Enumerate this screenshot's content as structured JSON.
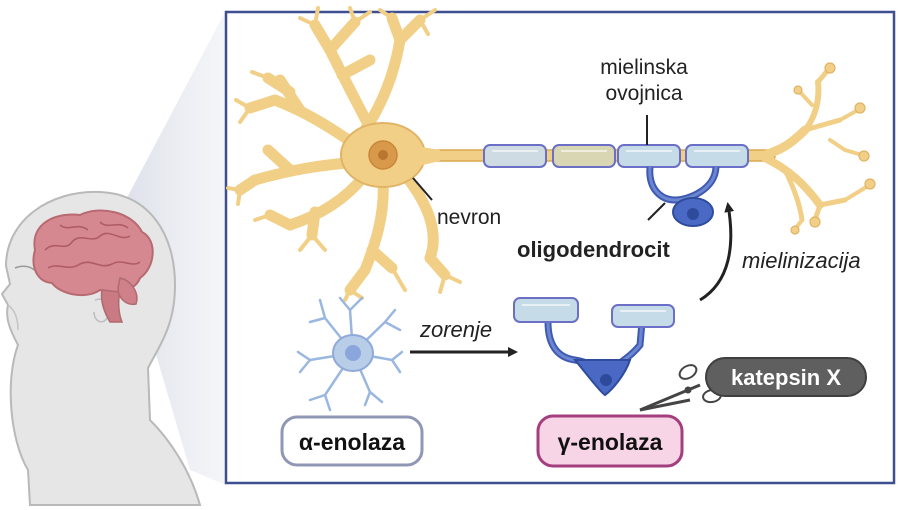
{
  "labels": {
    "myelin_sheath": [
      "mielinska",
      "ovojnica"
    ],
    "neuron": "nevron",
    "oligodendrocyte": "oligodendrocit",
    "myelination": "mielinizacija",
    "maturation": "zorenje"
  },
  "badges": {
    "alpha_enolase": "α-enolaza",
    "gamma_enolase": "γ-enolaza",
    "cathepsin_x": "katepsin X"
  },
  "colors": {
    "panel_border": "#3d4f8f",
    "neuron_fill": "#f2cf86",
    "neuron_stroke": "#d9a94f",
    "myelin_fill": "#c5dbe7",
    "myelin_stroke": "#6b6fc6",
    "oligo_fill": "#4a69c4",
    "opc_fill": "#b8cde8",
    "alpha_badge_stroke": "#8f97b5",
    "gamma_badge_fill": "#f7d4e6",
    "gamma_badge_stroke": "#a33f7e",
    "cathepsin_fill": "#5f5f5f",
    "brain_fill": "#d5888f"
  },
  "icons": {
    "head": "human-head-with-brain",
    "scissors": "scissors-icon"
  }
}
